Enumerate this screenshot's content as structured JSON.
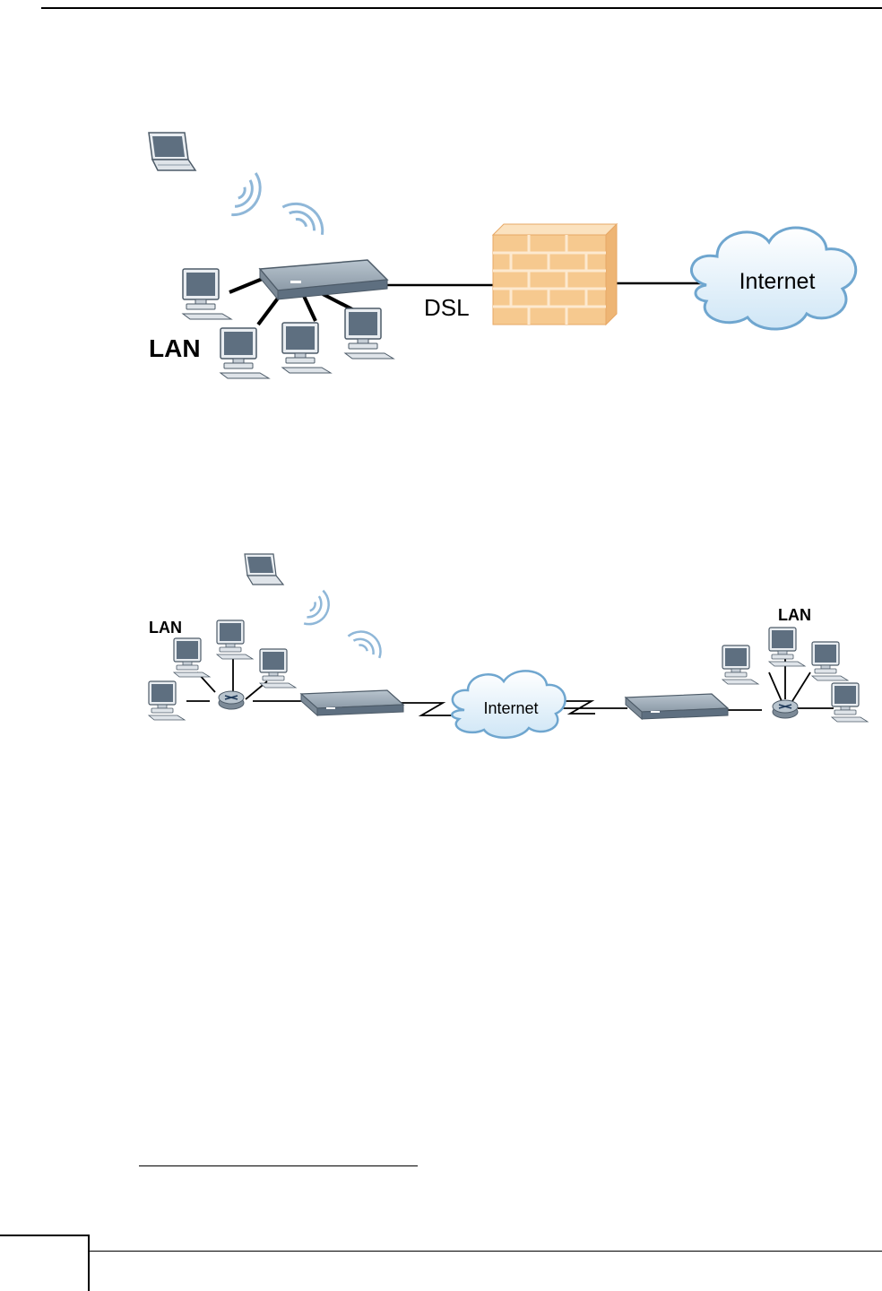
{
  "figure1": {
    "lan_label": "LAN",
    "dsl_label": "DSL",
    "internet_label": "Internet",
    "icons": [
      "laptop-icon",
      "wireless-signal-icon",
      "router-icon",
      "desktop-pc-icon",
      "firewall-icon",
      "cloud-icon"
    ]
  },
  "figure2": {
    "lan_left_label": "LAN",
    "lan_right_label": "LAN",
    "internet_label": "Internet",
    "icons": [
      "laptop-icon",
      "wireless-signal-icon",
      "switch-hub-icon",
      "desktop-pc-icon",
      "router-icon",
      "wan-link-icon",
      "cloud-icon"
    ]
  },
  "colors": {
    "device": "#8b9aa8",
    "device_dark": "#4d5b68",
    "brick": "#f6c98f",
    "cloud": "#eaf4fb",
    "cloud_stroke": "#6fa6cf",
    "signal": "#8fb7d8"
  }
}
